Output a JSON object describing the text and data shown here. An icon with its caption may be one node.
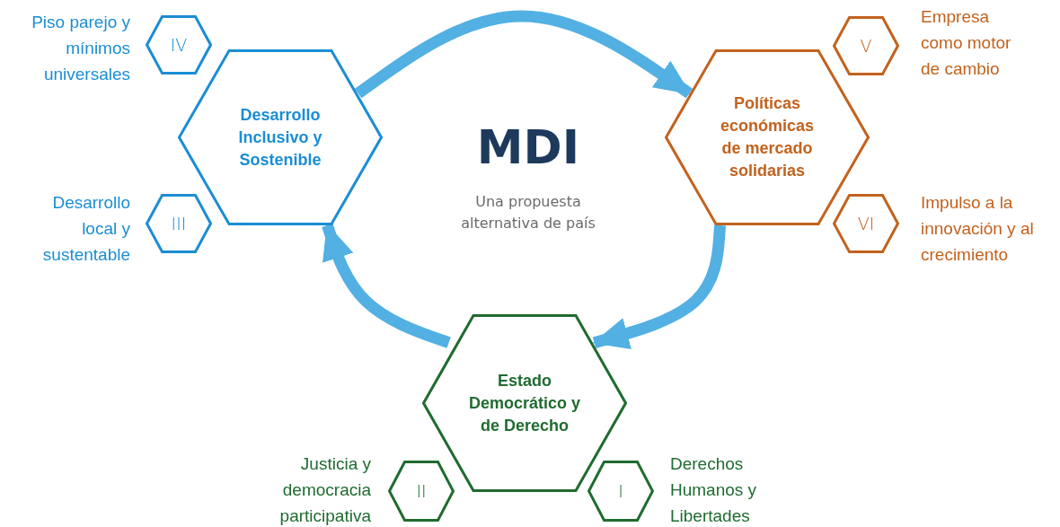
{
  "diagram": {
    "nodes": [
      {
        "text": [
          "Desarrollo Inclusivo y Sostenible"
        ]
      },
      {
        "text": [
          "IV"
        ],
        "beside": [
          "Piso parejo y mínimos universales"
        ]
      },
      {
        "text": [
          "III"
        ],
        "beside": [
          "Desarrollo local y sustentable"
        ]
      },
      {
        "text": [
          "Políticas económicas de mercado solidarias"
        ]
      },
      {
        "text": [
          "V"
        ],
        "beside": [
          "Empresa como motor de cambio"
        ]
      },
      {
        "text": [
          "VI"
        ],
        "beside": [
          "Impulso a la innovación y al crecimiento"
        ]
      },
      {
        "text": [
          "Estado Democrático y de Derecho"
        ]
      },
      {
        "text": [
          "II"
        ],
        "beside": [
          "Justicia y democracia participativa"
        ]
      },
      {
        "text": [
          "I"
        ],
        "beside": [
          "Derechos Humanos y Libertades"
        ]
      }
    ],
    "edges": [
      {
        "from": 0,
        "to": 3,
        "arrow": "to"
      },
      {
        "from": 3,
        "to": 6,
        "arrow": "to"
      },
      {
        "from": 6,
        "to": 0,
        "arrow": "to"
      }
    ],
    "labels": [
      "MDI",
      "Una propuesta alternativa de país"
    ]
  }
}
